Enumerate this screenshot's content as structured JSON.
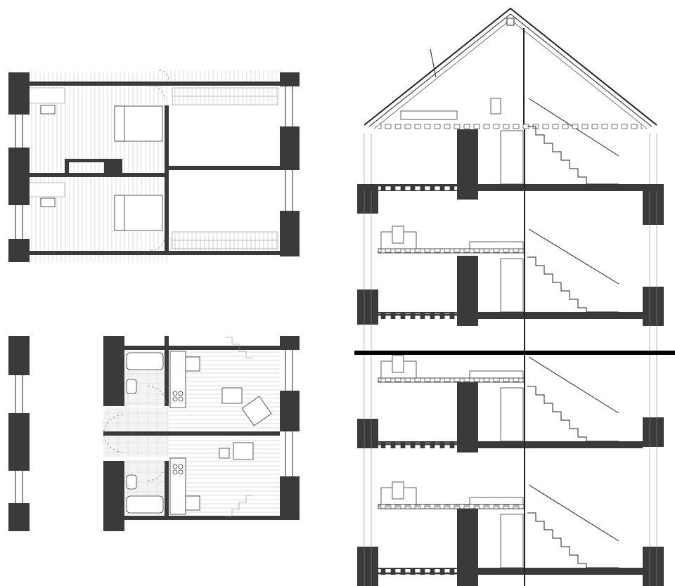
{
  "drawing": {
    "views": [
      {
        "id": "upper-floor-plan",
        "kind": "plan"
      },
      {
        "id": "lower-floor-plan",
        "kind": "plan"
      },
      {
        "id": "building-section",
        "kind": "section"
      }
    ],
    "section": {
      "floors": 5,
      "roof": "gable"
    },
    "colors": {
      "wall": "#3a3a3a",
      "line": "#222222",
      "hatch": "#bdbdbd",
      "background": "#ffffff"
    }
  }
}
